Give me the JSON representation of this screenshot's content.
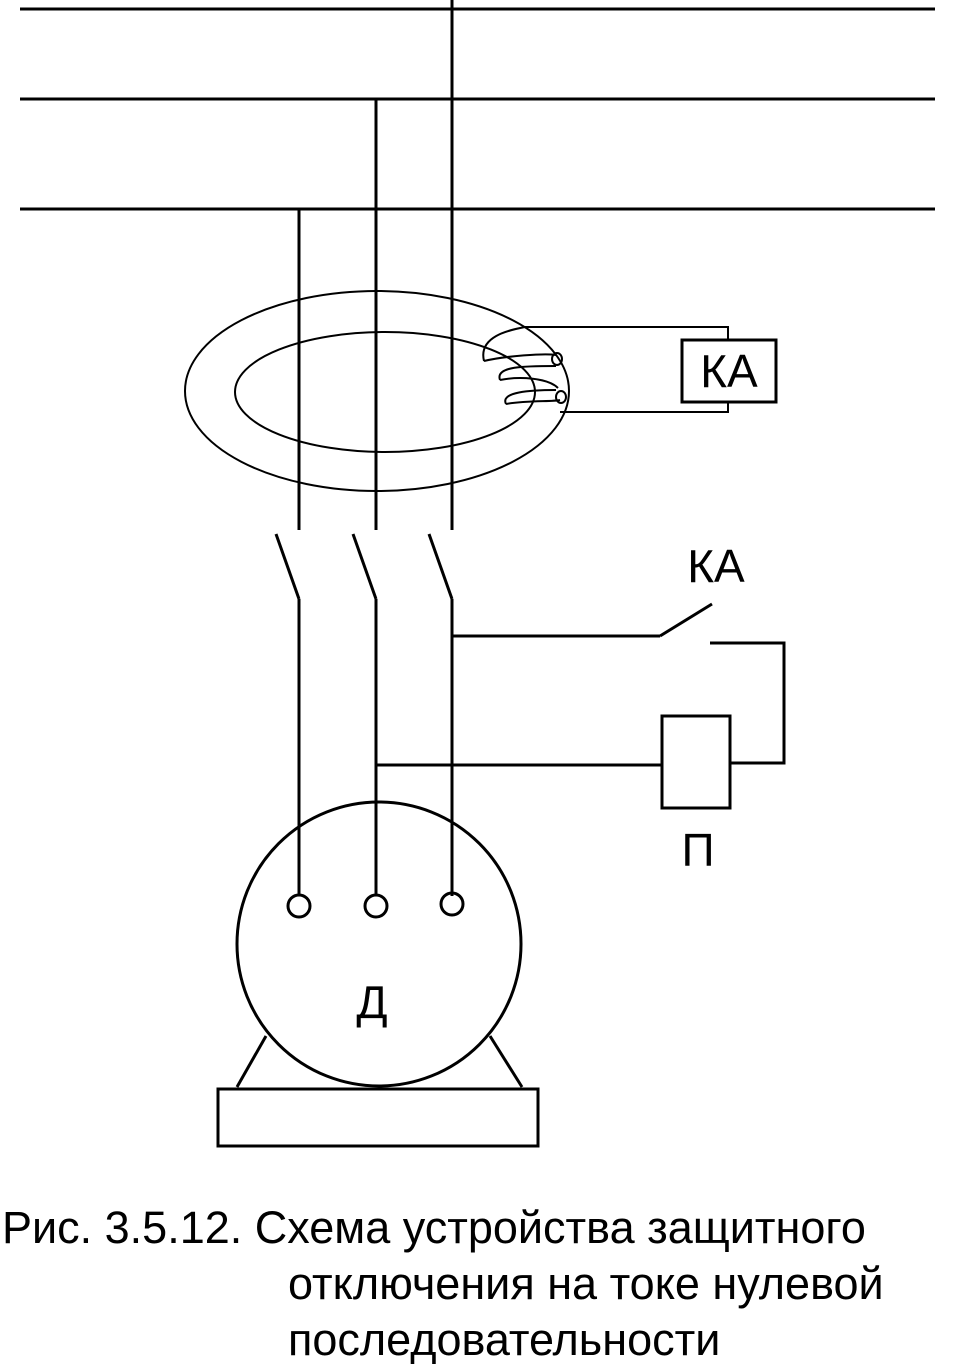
{
  "labels": {
    "relay_box": "КА",
    "relay_contact": "КА",
    "trip_coil": "П",
    "motor": "Д"
  },
  "caption": {
    "line1": "Рис. 3.5.12. Схема устройства защитного",
    "line2": "отключения на токе нулевой",
    "line3": "последовательности"
  },
  "colors": {
    "line": "#000000",
    "background": "#ffffff"
  }
}
